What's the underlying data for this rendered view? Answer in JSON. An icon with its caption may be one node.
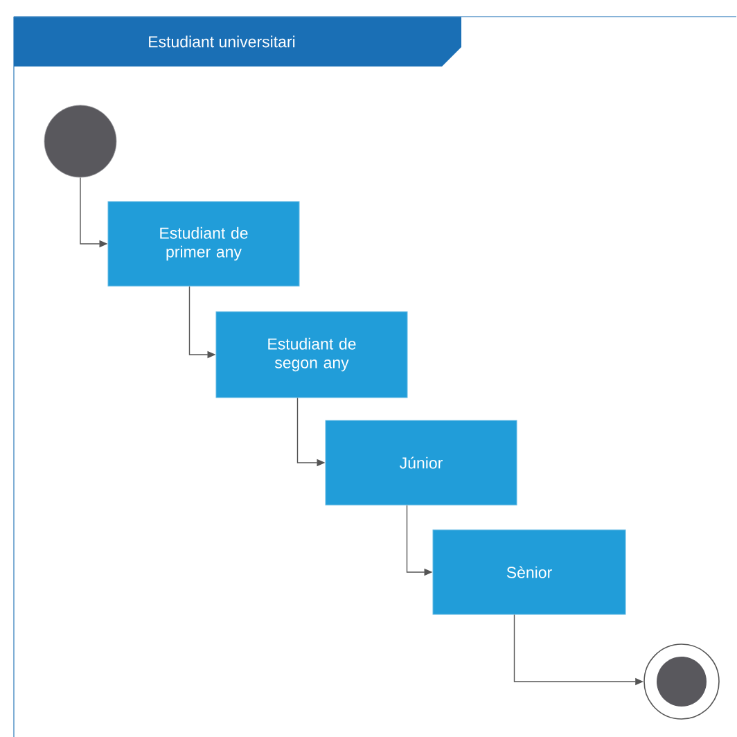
{
  "diagram": {
    "nodes": [
      {
        "text": [
          "Estudiant universitari"
        ]
      },
      {
        "text": [],
        "shape": "circle",
        "in": 0
      },
      {
        "text": [
          "Estudiant de primer any"
        ],
        "in": 0
      },
      {
        "text": [
          "Estudiant de segon any"
        ],
        "in": 0
      },
      {
        "text": [
          "Júnior"
        ],
        "in": 0
      },
      {
        "text": [
          "Sènior"
        ],
        "in": 0
      },
      {
        "text": [],
        "shape": "circle",
        "in": 0
      }
    ],
    "edges": [
      {
        "from": 1,
        "to": 2,
        "arrow": "to"
      },
      {
        "from": 2,
        "to": 3,
        "arrow": "to"
      },
      {
        "from": 3,
        "to": 4,
        "arrow": "to"
      },
      {
        "from": 4,
        "to": 5,
        "arrow": "to"
      },
      {
        "from": 5,
        "to": 6,
        "arrow": "to"
      }
    ]
  }
}
